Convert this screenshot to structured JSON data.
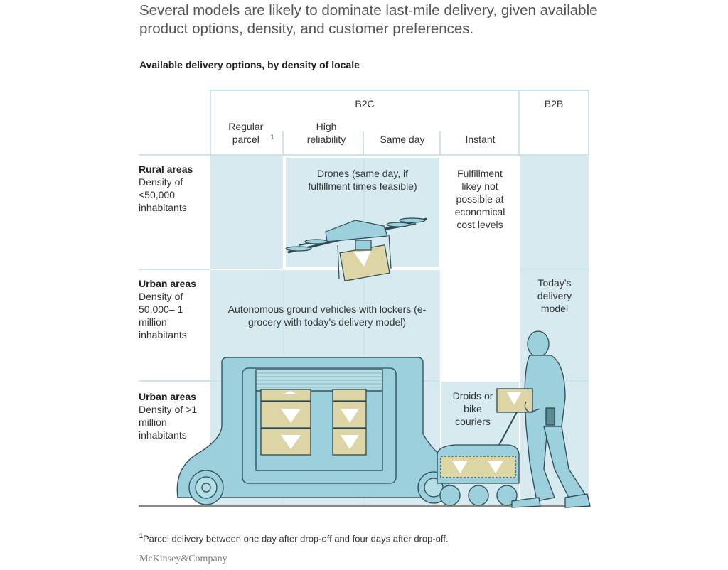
{
  "title": "Several models are likely to dominate last-mile delivery, given available product options, density, and customer preferences.",
  "subtitle": "Available delivery options, by density of locale",
  "groups": {
    "b2c": "B2C",
    "b2b": "B2B"
  },
  "columns": {
    "regular_parcel": "Regular parcel",
    "regular_parcel_footnote_mark": "1",
    "high_reliability": "High reliability",
    "same_day": "Same day",
    "instant": "Instant"
  },
  "rows": [
    {
      "title": "Rural areas",
      "desc": "Density of <50,000 inhabitants"
    },
    {
      "title": "Urban areas",
      "desc": "Density of 50,000– 1 million inhabitants"
    },
    {
      "title": "Urban areas",
      "desc": "Density of >1 million inhabitants"
    }
  ],
  "cells": {
    "drones": "Drones (same day, if fulfillment times feasible)",
    "instant_rural": "Fulfillment likey not possible at economical cost levels",
    "agv": "Autonomous ground vehicles with lockers (e-grocery with today's delivery model)",
    "b2b": "Today's delivery model",
    "droids": "Droids or bike couriers"
  },
  "footnote": {
    "mark": "1",
    "text": "Parcel delivery between one day after drop-off and four days after drop-off."
  },
  "logo": "McKinsey&Company",
  "colors": {
    "cell": "#d6eaef",
    "line": "#bcdde4",
    "vehicle": "#9bd0dc",
    "box": "#ddd5a6"
  }
}
